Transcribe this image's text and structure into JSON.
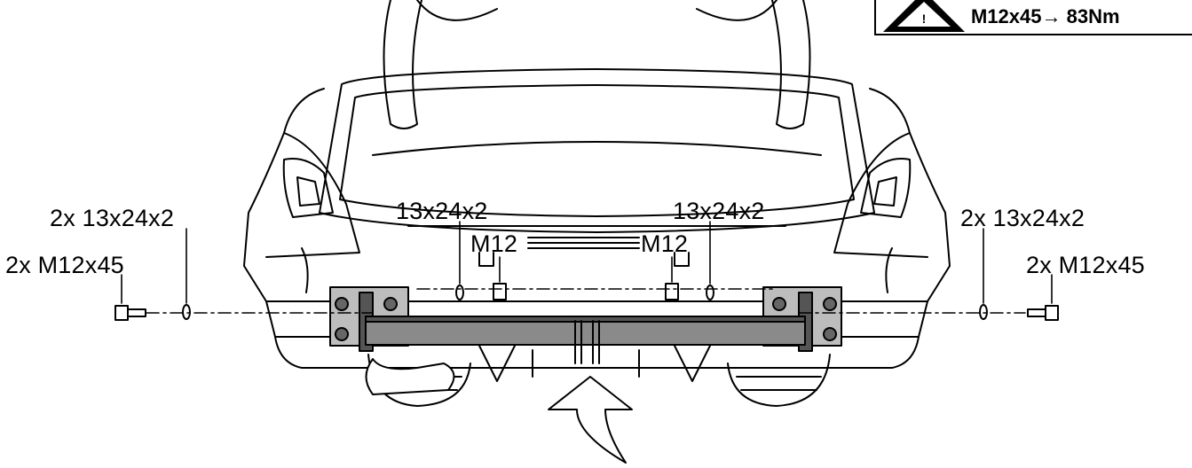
{
  "torque_spec": {
    "warning_icon": "warning-triangle-icon",
    "warning_mark": "!",
    "bolt": "M12x45",
    "arrow": "→",
    "torque": "83Nm"
  },
  "labels": {
    "left_washer": "2x   13x24x2",
    "left_bolt": "2x   M12x45",
    "right_washer": "2x   13x24x2",
    "right_bolt": "2x   M12x45",
    "center_left_washer": "13x24x2",
    "center_left_nut": "M12",
    "center_right_washer": "13x24x2",
    "center_right_nut": "M12"
  },
  "icons": {
    "install_arrow": "curved-up-arrow-icon"
  },
  "colors": {
    "line": "#000000",
    "crossbar_fill": "#8a8a8a",
    "crossbar_dark": "#555555",
    "bracket_fill": "#bdbdbd",
    "background": "#ffffff"
  }
}
